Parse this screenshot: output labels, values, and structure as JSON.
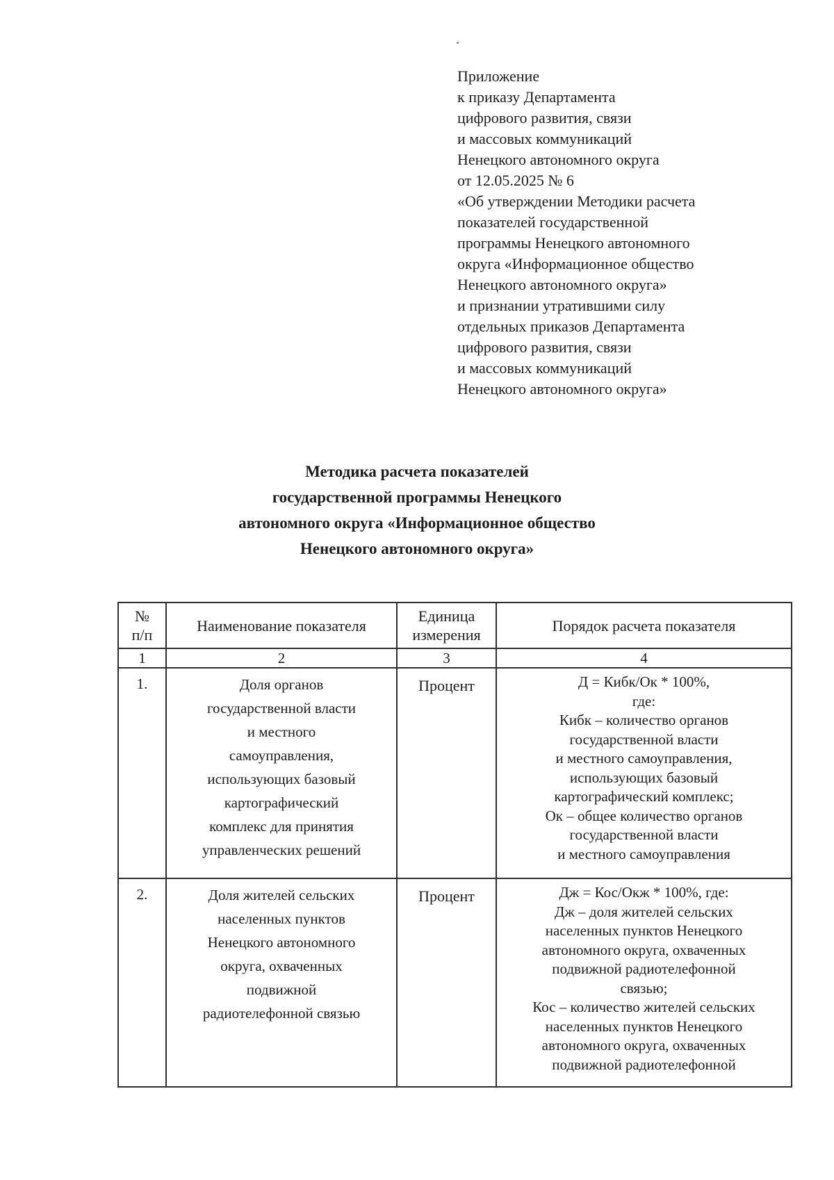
{
  "colors": {
    "page_bg": "#ffffff",
    "text": "#1c1c1c",
    "border": "#2e2e2e"
  },
  "annex_block": {
    "lines": [
      "Приложение",
      "к приказу Департамента",
      "цифрового развития, связи",
      "и массовых коммуникаций",
      "Ненецкого автономного округа",
      "от 12.05.2025 № 6",
      "«Об утверждении Методики расчета",
      "показателей государственной",
      "программы Ненецкого автономного",
      "округа «Информационное общество",
      "Ненецкого автономного округа»",
      "и признании утратившими силу",
      "отдельных приказов Департамента",
      "цифрового развития, связи",
      "и массовых коммуникаций",
      "Ненецкого автономного округа»"
    ]
  },
  "title": {
    "lines": [
      "Методика расчета показателей",
      "государственной программы Ненецкого",
      "автономного округа «Информационное общество",
      "Ненецкого автономного округа»"
    ]
  },
  "table": {
    "headers": {
      "num_lines": [
        "№",
        "п/п"
      ],
      "name": "Наименование показателя",
      "unit_lines": [
        "Единица",
        "измерения"
      ],
      "calc": "Порядок расчета показателя"
    },
    "numbering": [
      "1",
      "2",
      "3",
      "4"
    ],
    "rows": [
      {
        "num": "1.",
        "name_lines": [
          "Доля органов",
          "государственной власти",
          "и местного",
          "самоуправления,",
          "использующих базовый",
          "картографический",
          "комплекс для принятия",
          "управленческих решений"
        ],
        "unit": "Процент",
        "calc_lines": [
          "Д = Кибк/Ок * 100%,",
          "где:",
          "Кибк – количество органов",
          "государственной власти",
          "и местного самоуправления,",
          "использующих базовый",
          "картографический комплекс;",
          "Ок – общее количество органов",
          "государственной власти",
          "и местного самоуправления"
        ]
      },
      {
        "num": "2.",
        "name_lines": [
          "Доля жителей сельских",
          "населенных пунктов",
          "Ненецкого автономного",
          "округа, охваченных",
          "подвижной",
          "радиотелефонной связью"
        ],
        "unit": "Процент",
        "calc_lines": [
          "Дж = Кос/Окж * 100%, где:",
          "Дж – доля жителей сельских",
          "населенных пунктов Ненецкого",
          "автономного округа, охваченных",
          "подвижной радиотелефонной",
          "связью;",
          "Кос – количество жителей сельских",
          "населенных пунктов Ненецкого",
          "автономного округа, охваченных",
          "подвижной радиотелефонной"
        ]
      }
    ]
  }
}
